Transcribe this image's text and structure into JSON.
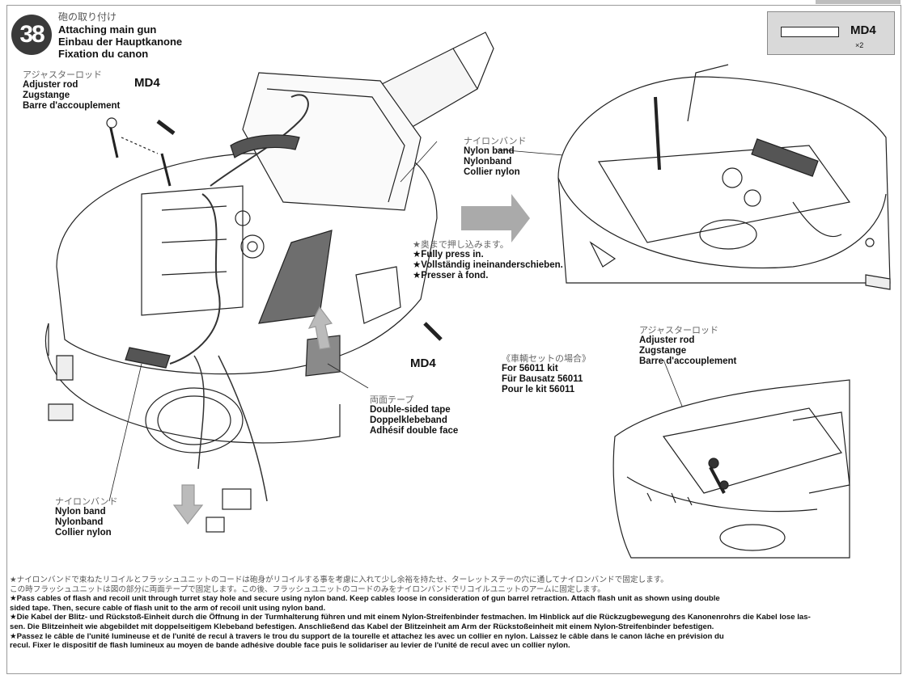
{
  "step": {
    "number": "38",
    "title_jp": "砲の取り付け",
    "title_en": "Attaching main gun",
    "title_de": "Einbau der Hauptkanone",
    "title_fr": "Fixation du canon"
  },
  "parts": {
    "code": "MD4",
    "quantity": "×2"
  },
  "labels": {
    "adjuster_rod_top": {
      "jp": "アジャスターロッド",
      "en": "Adjuster rod",
      "de": "Zugstange",
      "fr": "Barre d'accouplement"
    },
    "md4_top": "MD4",
    "md4_bottom": "MD4",
    "nylon_band_top": {
      "jp": "ナイロンバンド",
      "en": "Nylon band",
      "de": "Nylonband",
      "fr": "Collier nylon"
    },
    "fully_press": {
      "jp": "★奥まで押し込みます。",
      "en": "★Fully press in.",
      "de": "★Vollständig ineinanderschieben.",
      "fr": "★Presser à fond."
    },
    "double_tape": {
      "jp": "両面テープ",
      "en": "Double-sided tape",
      "de": "Doppelklebeband",
      "fr": "Adhésif double face"
    },
    "nylon_band_bottom": {
      "jp": "ナイロンバンド",
      "en": "Nylon band",
      "de": "Nylonband",
      "fr": "Collier nylon"
    },
    "kit_56011": {
      "jp": "《車輌セットの場合》",
      "en": "For 56011 kit",
      "de": "Für Bausatz 56011",
      "fr": "Pour le kit 56011"
    },
    "adjuster_rod_right": {
      "jp": "アジャスターロッド",
      "en": "Adjuster rod",
      "de": "Zugstange",
      "fr": "Barre d'accouplement"
    }
  },
  "footer": {
    "jp1": "★ナイロンバンドで束ねたリコイルとフラッシュユニットのコードは砲身がリコイルする事を考慮に入れて少し余裕を持たせ、ターレットステーの穴に通してナイロンバンドで固定します。",
    "jp2": "この時フラッシュユニットは図の部分に両面テープで固定します。この後、フラッシュユニットのコードのみをナイロンバンドでリコイルユニットのアームに固定します。",
    "en1": "★Pass cables of flash and recoil unit through turret stay hole and secure using nylon band. Keep cables loose in consideration of gun barrel retraction. Attach flash unit as shown using double",
    "en2": "sided tape. Then, secure cable of flash unit to the arm of recoil unit using nylon band.",
    "de1": "★Die Kabel der Blitz- und Rückstoß-Einheit durch die Öffnung in der Turmhalterung führen und mit einem Nylon-Streifenbinder festmachen. Im Hinblick auf die Rückzugbewegung des Kanonenrohrs die Kabel lose las-",
    "de2": "sen. Die Blitzeinheit wie abgebildet mit doppelseitigem Klebeband befestigen. Anschließend das Kabel der Blitzeinheit am Arm der Rückstoßeinheit mit einem Nylon-Streifenbinder befestigen.",
    "fr1": "★Passez le câble de l'unité lumineuse et de l'unité de recul à travers le trou du support de la tourelle et attachez les avec un collier en nylon. Laissez le câble dans le canon lâche en prévision du",
    "fr2": "recul. Fixer le dispositif de flash lumineux au moyen de bande adhésive double face puis le solidariser au levier de l'unité de recul avec un collier nylon."
  }
}
